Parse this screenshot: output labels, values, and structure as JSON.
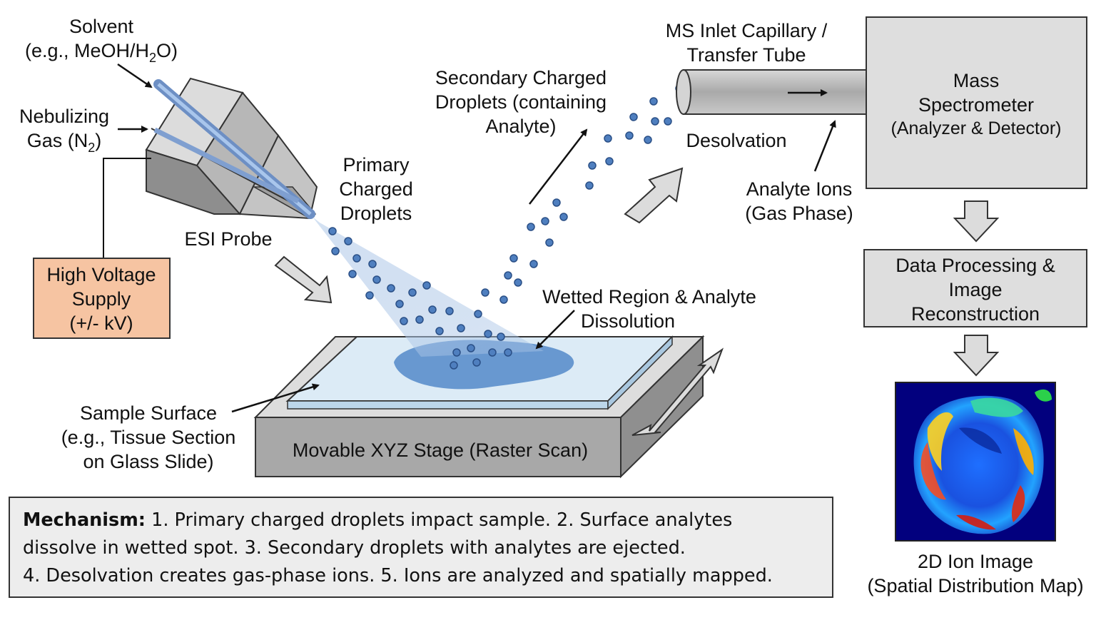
{
  "labels": {
    "solvent_line1": "Solvent",
    "solvent_line2_pre": "(e.g., MeOH/H",
    "solvent_sub": "2",
    "solvent_line2_post": "O)",
    "gas_line1": "Nebulizing",
    "gas_line2_pre": "Gas (N",
    "gas_sub": "2",
    "gas_line2_post": ")",
    "esi_probe": "ESI Probe",
    "hv_line1": "High Voltage",
    "hv_line2": "Supply",
    "hv_line3": "(+/- kV)",
    "primary_line1": "Primary",
    "primary_line2": "Charged",
    "primary_line3": "Droplets",
    "secondary_line1": "Secondary Charged",
    "secondary_line2": "Droplets (containing",
    "secondary_line3": "Analyte)",
    "inlet_line1": "MS Inlet Capillary /",
    "inlet_line2": "Transfer Tube",
    "desolvation": "Desolvation",
    "analyte_ions_line1": "Analyte Ions",
    "analyte_ions_line2": "(Gas Phase)",
    "ms_line1": "Mass",
    "ms_line2": "Spectrometer",
    "ms_line3": "(Analyzer & Detector)",
    "dp_line1": "Data Processing &",
    "dp_line2": "Image",
    "dp_line3": "Reconstruction",
    "wetted_line1": "Wetted Region & Analyte",
    "wetted_line2": "Dissolution",
    "sample_line1": "Sample Surface",
    "sample_line2": "(e.g., Tissue Section",
    "sample_line3": "on Glass Slide)",
    "stage": "Movable XYZ Stage (Raster Scan)",
    "ion_image_line1": "2D Ion Image",
    "ion_image_line2": "(Spatial Distribution Map)"
  },
  "mechanism": {
    "heading": "Mechanism:",
    "line1_rest": " 1. Primary charged droplets impact sample.  2. Surface analytes",
    "line2": "dissolve in wetted spot.  3. Secondary droplets with analytes are ejected.",
    "line3": "4. Desolvation creates gas-phase ions. 5. Ions are analyzed and spatially mapped."
  },
  "colors": {
    "hv_supply_fill": "#f6c4a2",
    "box_fill": "#dedede",
    "droplet_blue": "#4f7fbf",
    "wet_spot": "#5b8fcc",
    "slide": "#dcebf6",
    "ion_map_background": "#02007e"
  }
}
